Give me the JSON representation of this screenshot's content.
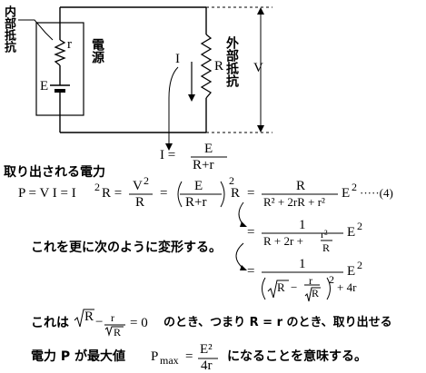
{
  "circuit": {
    "internal_resistance_label": "内部抵抗",
    "r_label": "r",
    "emf_label": "E",
    "source_label": "電源",
    "current_symbol": "I",
    "R_label": "R",
    "external_resistance_label": "外部抵抗",
    "voltage_label": "V"
  },
  "equations": {
    "current_lhs": "I =",
    "current_num": "E",
    "current_den": "R+r",
    "power_caption": "取り出される電力",
    "eq_prefix": "P = V I = I",
    "sq": "2",
    "eq_R": "R =",
    "V": "V",
    "R": "R",
    "E": "E",
    "Rpr": "R+r",
    "den1": "R² + 2rR + r²",
    "E2": "E",
    "eq_number": "·····(4)",
    "one": "1",
    "den2_main": "R + 2r +",
    "r_sq": "r²",
    "transform_note": "これを更に次のように変形する。",
    "den3_tail": "+ 4r",
    "r": "r",
    "sqrtR": "√R",
    "minus": "−",
    "eq": "="
  },
  "conclusion": {
    "line1_a": "これは",
    "line1_cond": "= 0",
    "line1_b": "のとき、つまり R = r のとき、取り出せる",
    "line2_a": "電力 P が最大値",
    "pmax": "P",
    "max_sub": "max",
    "line2_eq": "=",
    "line2_num": "E²",
    "line2_den": "4r",
    "line2_b": "になることを意味する。"
  }
}
